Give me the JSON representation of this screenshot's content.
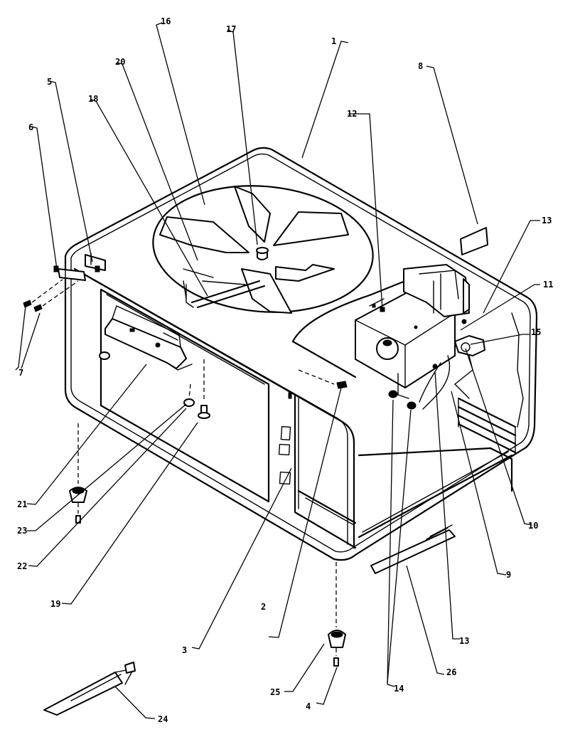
{
  "callouts": [
    {
      "id": "c1",
      "text": "1"
    },
    {
      "id": "c2",
      "text": "2"
    },
    {
      "id": "c3",
      "text": "3"
    },
    {
      "id": "c4",
      "text": "4"
    },
    {
      "id": "c5",
      "text": "5"
    },
    {
      "id": "c6",
      "text": "6"
    },
    {
      "id": "c7",
      "text": "7"
    },
    {
      "id": "c8",
      "text": "8"
    },
    {
      "id": "c9",
      "text": "9"
    },
    {
      "id": "c10",
      "text": "10"
    },
    {
      "id": "c11",
      "text": "11"
    },
    {
      "id": "c12",
      "text": "12"
    },
    {
      "id": "c13a",
      "text": "13"
    },
    {
      "id": "c13b",
      "text": "13"
    },
    {
      "id": "c14",
      "text": "14"
    },
    {
      "id": "c15",
      "text": "15"
    },
    {
      "id": "c16",
      "text": "16"
    },
    {
      "id": "c17",
      "text": "17"
    },
    {
      "id": "c18",
      "text": "18"
    },
    {
      "id": "c19",
      "text": "19"
    },
    {
      "id": "c20",
      "text": "20"
    },
    {
      "id": "c21",
      "text": "21"
    },
    {
      "id": "c22",
      "text": "22"
    },
    {
      "id": "c23",
      "text": "23"
    },
    {
      "id": "c24",
      "text": "24"
    },
    {
      "id": "c25",
      "text": "25"
    },
    {
      "id": "c26",
      "text": "26"
    }
  ]
}
